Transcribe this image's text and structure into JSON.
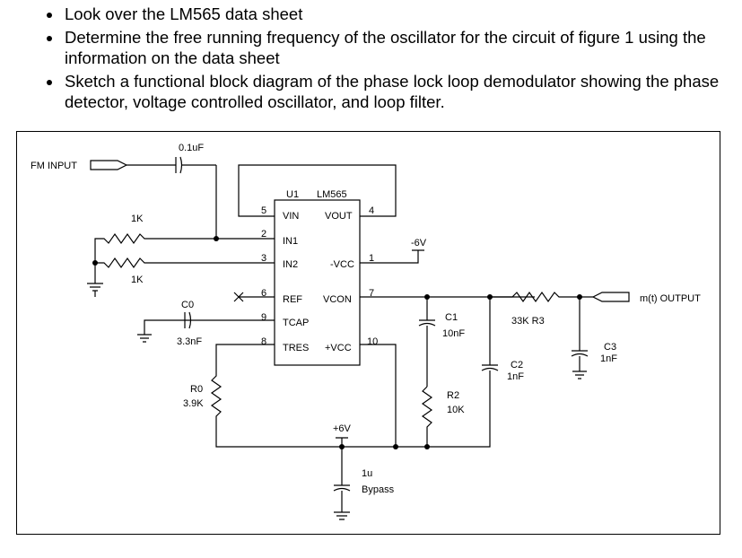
{
  "instructions": [
    "Look over the LM565 data sheet",
    "Determine the free running frequency of the oscillator for the circuit of figure 1 using the information on the data sheet",
    "Sketch a functional block diagram of the phase lock loop demodulator showing the phase detector, voltage controlled oscillator, and loop filter."
  ],
  "schematic": {
    "fm_input": "FM INPUT",
    "output": "m(t) OUTPUT",
    "ic_ref": "U1",
    "ic_part": "LM565",
    "pins": {
      "vin": "VIN",
      "vout": "VOUT",
      "in1": "IN1",
      "in2": "IN2",
      "vcc_neg": "-VCC",
      "ref": "REF",
      "vcon": "VCON",
      "tcap": "TCAP",
      "tres": "TRES",
      "vcc_pos": "+VCC"
    },
    "pin_numbers": {
      "p5": "5",
      "p4": "4",
      "p2": "2",
      "p3": "3",
      "p1": "1",
      "p6": "6",
      "p7": "7",
      "p9": "9",
      "p8": "8",
      "p10": "10"
    },
    "components": {
      "c_in": "0.1uF",
      "r_in1": "1K",
      "r_in2": "1K",
      "c0_name": "C0",
      "c0_value": "3.3nF",
      "r0_name": "R0",
      "r0_value": "3.9K",
      "c1_name": "C1",
      "c1_value": "10nF",
      "r2_name": "R2",
      "r2_value": "10K",
      "r3_label": "33K R3",
      "c2_name": "C2",
      "c2_value": "1nF",
      "c3_name": "C3",
      "c3_value": "1nF",
      "bypass_value": "1u",
      "bypass_name": "Bypass"
    },
    "supplies": {
      "neg": "-6V",
      "pos": "+6V"
    }
  }
}
